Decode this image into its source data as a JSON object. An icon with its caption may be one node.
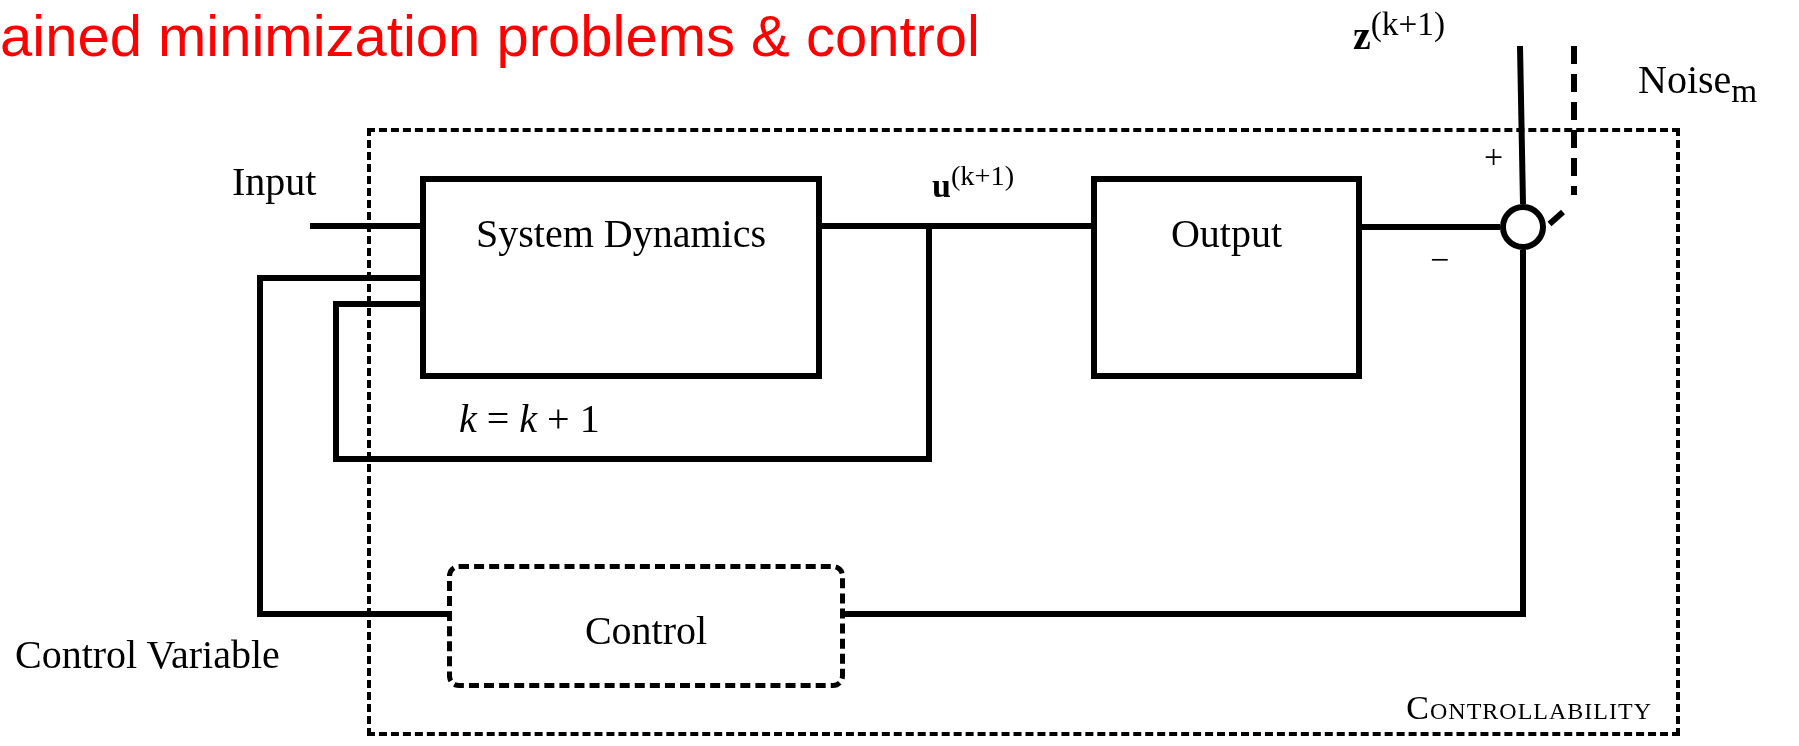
{
  "diagram": {
    "title": "ained minimization problems & control",
    "nodes": [
      {
        "text": [
          "Controllability"
        ]
      },
      {
        "text": [
          "System Dynamics"
        ],
        "in": 0
      },
      {
        "text": [
          "Output"
        ],
        "in": 0
      },
      {
        "text": [],
        "shape": "circle",
        "in": 0
      },
      {
        "text": [
          "Control"
        ],
        "in": 0
      },
      {
        "text": [
          "**z**$^{(k+1)}$"
        ]
      }
    ],
    "edges": [
      {
        "from": 1,
        "to": 2,
        "arrow": "none",
        "label": "**u**$^{(k+1)}$"
      },
      {
        "from": 1,
        "to": 1,
        "arrow": "none"
      },
      {
        "from": 2,
        "to": 3,
        "arrow": "none"
      },
      {
        "from": 5,
        "to": 3,
        "arrow": "none"
      },
      {
        "from": null,
        "to": 3,
        "arrow": "none",
        "style": "dashed"
      },
      {
        "from": 3,
        "to": 4,
        "arrow": "none"
      },
      {
        "from": 4,
        "to": 1,
        "arrow": "none"
      },
      {
        "from": null,
        "to": 1,
        "arrow": "none"
      }
    ],
    "labels": [
      "Input",
      "Control Variable",
      "*k* = *k* + 1",
      "Noise$_{m}$",
      "+",
      "−"
    ]
  }
}
